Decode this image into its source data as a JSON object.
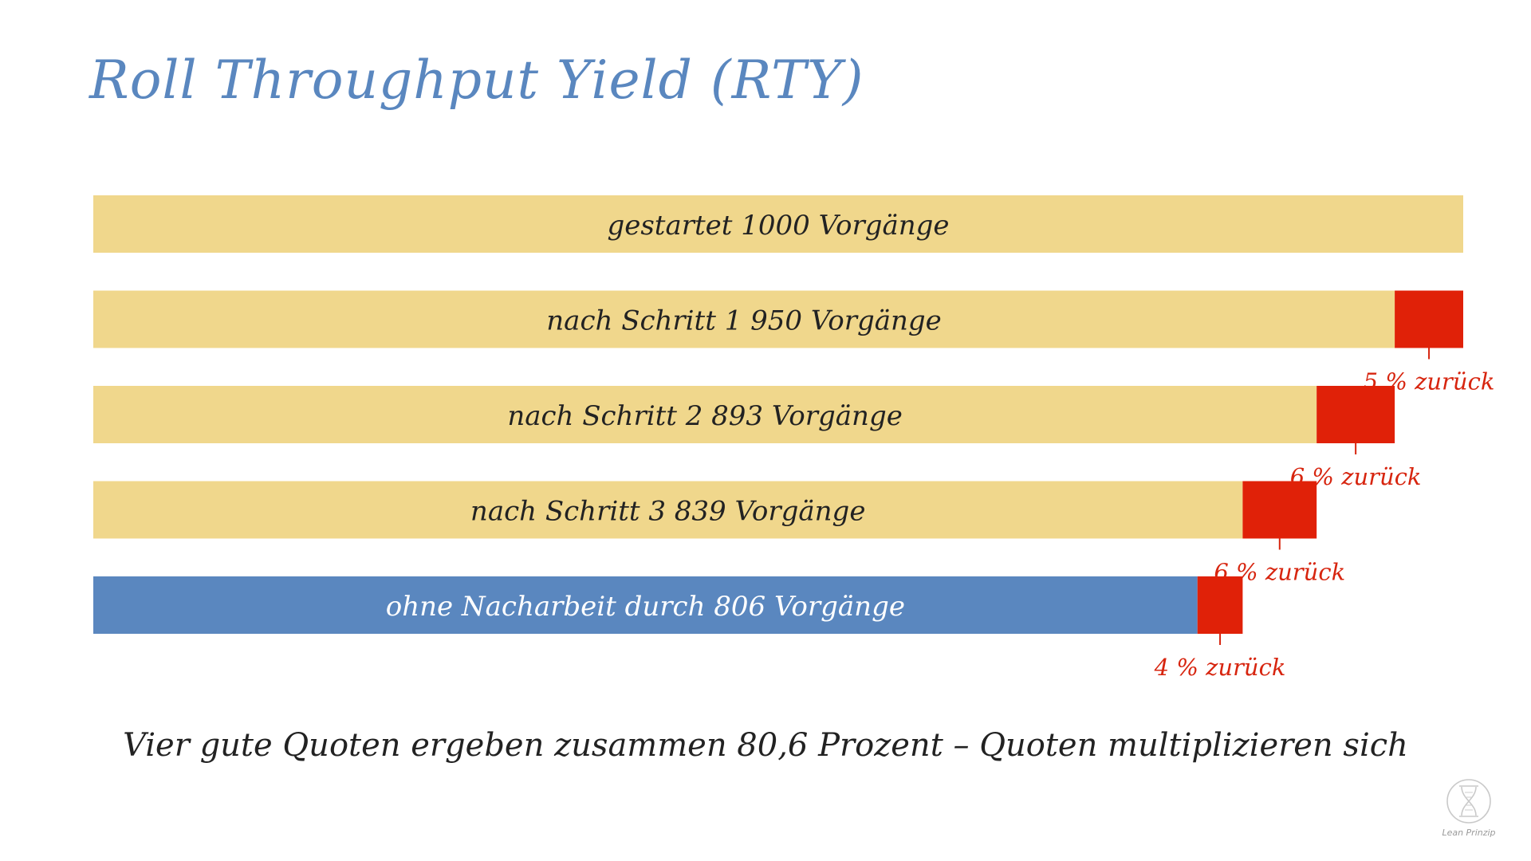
{
  "title": "Roll Throughput Yield (RTY)",
  "colors": {
    "title": "#5a87bf",
    "remaining": "#f0d78c",
    "final": "#5a87bf",
    "loss": "#e02108",
    "loss_text": "#d7250f",
    "text_dark": "#222222",
    "text_light": "#ffffff"
  },
  "chart_data": {
    "type": "bar",
    "orientation": "horizontal",
    "xlim": [
      0,
      1000
    ],
    "bars": [
      {
        "label": "gestartet  1000 Vorgänge",
        "value": 1000,
        "loss": 0,
        "loss_label": ""
      },
      {
        "label": "nach Schritt 1  950 Vorgänge",
        "value": 950,
        "loss": 50,
        "loss_label": "5 % zurück"
      },
      {
        "label": "nach Schritt 2  893 Vorgänge",
        "value": 893,
        "loss": 57,
        "loss_label": "6 % zurück"
      },
      {
        "label": "nach Schritt 3  839 Vorgänge",
        "value": 839,
        "loss": 54,
        "loss_label": "6 % zurück"
      },
      {
        "label": "ohne Nacharbeit durch  806 Vorgänge",
        "value": 806,
        "loss": 33,
        "loss_label": "4 % zurück",
        "final": true
      }
    ]
  },
  "caption": "Vier gute Quoten ergeben zusammen 80,6 Prozent – Quoten multiplizieren sich",
  "logo": {
    "icon": "hourglass-dna-icon",
    "text": "Lean Prinzip"
  }
}
